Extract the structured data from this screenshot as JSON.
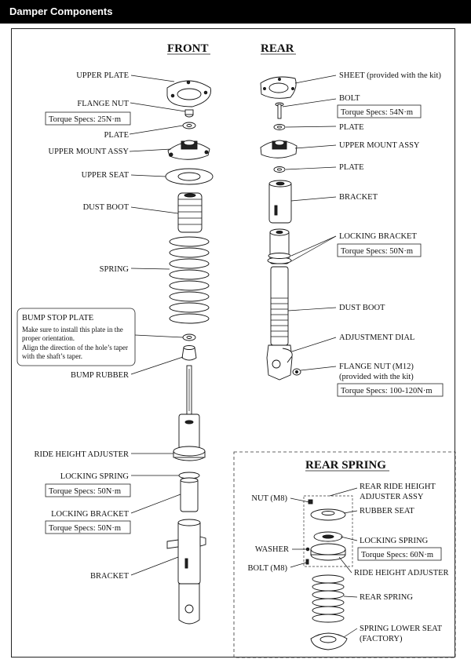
{
  "header": {
    "title": "Damper Components"
  },
  "front": {
    "heading": "FRONT",
    "upper_plate": "UPPER PLATE",
    "flange_nut": "FLANGE NUT",
    "flange_nut_torque": "Torque Specs: 25N·m",
    "plate": "PLATE",
    "upper_mount_assy": "UPPER MOUNT ASSY",
    "upper_seat": "UPPER SEAT",
    "dust_boot": "DUST BOOT",
    "spring": "SPRING",
    "bump_stop_note": {
      "title": "BUMP STOP PLATE",
      "line1": "Make sure to install this plate in the",
      "line2": "proper orientation.",
      "line3": "Align the direction of the hole’s taper",
      "line4": "with the shaft’s taper."
    },
    "bump_rubber": "BUMP RUBBER",
    "ride_height_adjuster": "RIDE HEIGHT ADJUSTER",
    "locking_spring": "LOCKING SPRING",
    "locking_spring_torque": "Torque Specs: 50N·m",
    "locking_bracket": "LOCKING BRACKET",
    "locking_bracket_torque": "Torque Specs: 50N·m",
    "bracket": "BRACKET"
  },
  "rear": {
    "heading": "REAR",
    "sheet": "SHEET (provided with the kit)",
    "bolt": "BOLT",
    "bolt_torque": "Torque Specs: 54N·m",
    "plate1": "PLATE",
    "upper_mount_assy": "UPPER MOUNT ASSY",
    "plate2": "PLATE",
    "bracket": "BRACKET",
    "locking_bracket": "LOCKING BRACKET",
    "locking_bracket_torque": "Torque Specs: 50N·m",
    "dust_boot": "DUST BOOT",
    "adjustment_dial": "ADJUSTMENT DIAL",
    "flange_nut_line1": "FLANGE NUT (M12)",
    "flange_nut_line2": "(provided with the kit)",
    "flange_nut_torque": "Torque Specs: 100-120N·m"
  },
  "rear_spring": {
    "heading": "REAR SPRING",
    "adjuster_assy_line1": "REAR RIDE HEIGHT",
    "adjuster_assy_line2": "ADJUSTER ASSY",
    "nut": "NUT (M8)",
    "rubber_seat": "RUBBER SEAT",
    "washer": "WASHER",
    "locking_spring": "LOCKING SPRING",
    "locking_spring_torque": "Torque Specs: 60N·m",
    "bolt": "BOLT (M8)",
    "ride_height_adjuster": "RIDE HEIGHT ADJUSTER",
    "rear_spring": "REAR SPRING",
    "lower_seat_line1": "SPRING LOWER SEAT",
    "lower_seat_line2": "(FACTORY)"
  }
}
